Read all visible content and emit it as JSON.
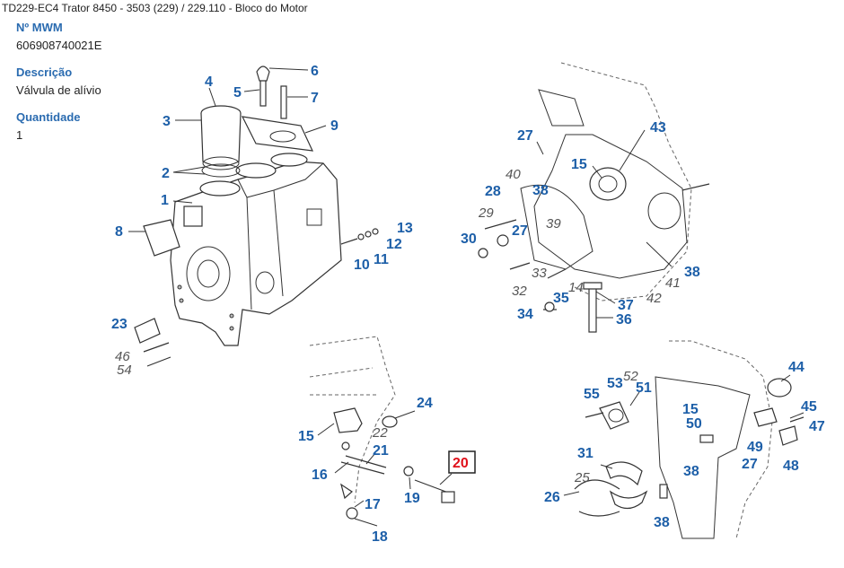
{
  "header": {
    "title": "TD229-EC4 Trator 8450 - 3503 (229)  /  229.110 - Bloco do Motor"
  },
  "details": {
    "part_number_label": "Nº MWM",
    "part_number_value": "606908740021E",
    "description_label": "Descrição",
    "description_value": "Válvula de alívio",
    "quantity_label": "Quantidade",
    "quantity_value": "1"
  },
  "diagram": {
    "selected": "20",
    "callouts": {
      "c1": "1",
      "c2": "2",
      "c3": "3",
      "c4": "4",
      "c5": "5",
      "c6": "6",
      "c7": "7",
      "c8": "8",
      "c9": "9",
      "c10": "10",
      "c11": "11",
      "c12": "12",
      "c13": "13",
      "c14": "14",
      "c15a": "15",
      "c15b": "15",
      "c15c": "15",
      "c16": "16",
      "c17": "17",
      "c18": "18",
      "c19": "19",
      "c20": "20",
      "c21": "21",
      "c22": "22",
      "c23": "23",
      "c24": "24",
      "c25": "25",
      "c26": "26",
      "c27a": "27",
      "c27b": "27",
      "c27c": "27",
      "c28": "28",
      "c29": "29",
      "c30": "30",
      "c31": "31",
      "c32": "32",
      "c33": "33",
      "c34": "34",
      "c35": "35",
      "c36": "36",
      "c37": "37",
      "c38a": "38",
      "c38b": "38",
      "c38c": "38",
      "c38d": "38",
      "c39": "39",
      "c40": "40",
      "c41": "41",
      "c42": "42",
      "c43": "43",
      "c44": "44",
      "c45": "45",
      "c46": "46",
      "c47": "47",
      "c48": "48",
      "c49": "49",
      "c50": "50",
      "c51": "51",
      "c52": "52",
      "c53": "53",
      "c54": "54",
      "c55": "55"
    }
  }
}
